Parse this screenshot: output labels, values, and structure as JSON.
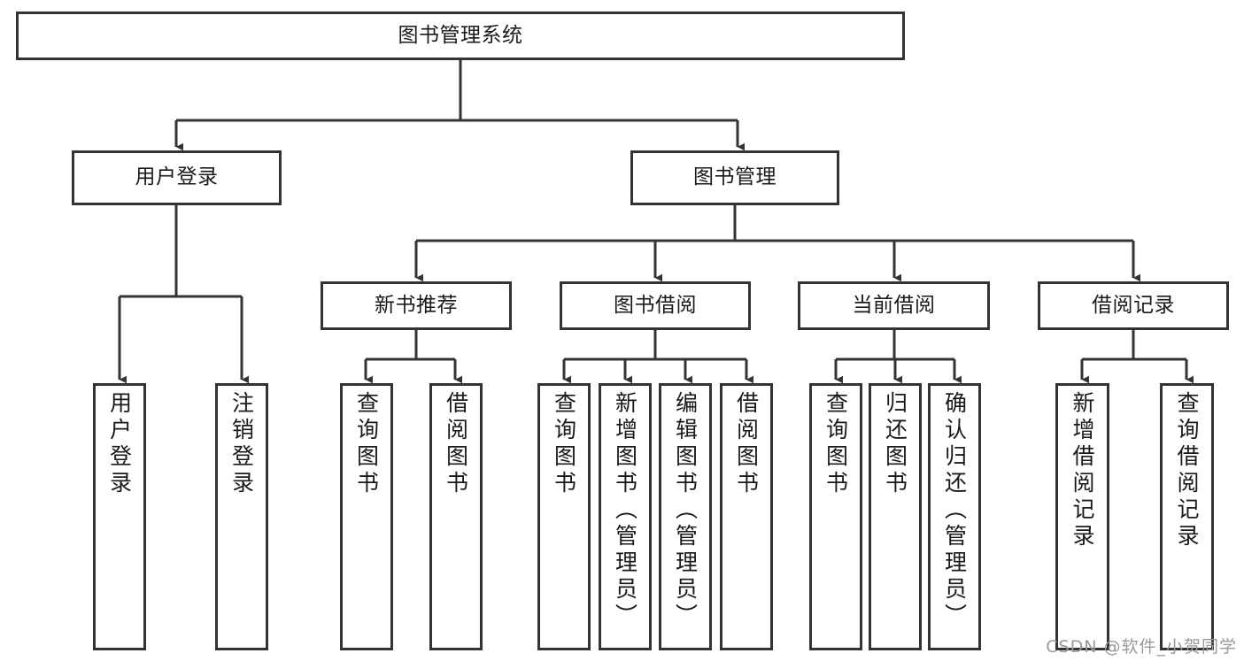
{
  "diagram": {
    "title": "图书管理系统",
    "type": "tree",
    "orientation": "top-down",
    "colors": {
      "background": "#ffffff",
      "node_fill": "#ffffff",
      "node_border": "#333333",
      "edge": "#333333",
      "text": "#1a1a1a",
      "watermark": "#9a9a9a"
    },
    "nodes": {
      "root": {
        "label": "图书管理系统",
        "level": 1
      },
      "l2": [
        {
          "id": "user_login",
          "label": "用户登录",
          "level": 2
        },
        {
          "id": "book_manage",
          "label": "图书管理",
          "level": 2
        }
      ],
      "l3": [
        {
          "id": "new_book_rec",
          "label": "新书推荐",
          "level": 3,
          "parent": "book_manage"
        },
        {
          "id": "book_borrow",
          "label": "图书借阅",
          "level": 3,
          "parent": "book_manage"
        },
        {
          "id": "current_borrow",
          "label": "当前借阅",
          "level": 3,
          "parent": "book_manage"
        },
        {
          "id": "borrow_record",
          "label": "借阅记录",
          "level": 3,
          "parent": "book_manage"
        }
      ],
      "leaves": [
        {
          "id": "leaf_user_login",
          "label": "用户登录",
          "parent": "user_login"
        },
        {
          "id": "leaf_logout",
          "label": "注销登录",
          "parent": "user_login"
        },
        {
          "id": "leaf_query_book_1",
          "label": "查询图书",
          "parent": "new_book_rec"
        },
        {
          "id": "leaf_borrow_book_1",
          "label": "借阅图书",
          "parent": "new_book_rec"
        },
        {
          "id": "leaf_query_book_2",
          "label": "查询图书",
          "parent": "book_borrow"
        },
        {
          "id": "leaf_add_book",
          "label": "新增图书（管理员）",
          "parent": "book_borrow"
        },
        {
          "id": "leaf_edit_book",
          "label": "编辑图书（管理员）",
          "parent": "book_borrow"
        },
        {
          "id": "leaf_borrow_book_2",
          "label": "借阅图书",
          "parent": "book_borrow"
        },
        {
          "id": "leaf_query_book_3",
          "label": "查询图书",
          "parent": "current_borrow"
        },
        {
          "id": "leaf_return_book",
          "label": "归还图书",
          "parent": "current_borrow"
        },
        {
          "id": "leaf_confirm_return",
          "label": "确认归还（管理员）",
          "parent": "current_borrow"
        },
        {
          "id": "leaf_add_record",
          "label": "新增借阅记录",
          "parent": "borrow_record"
        },
        {
          "id": "leaf_query_record",
          "label": "查询借阅记录",
          "parent": "borrow_record"
        }
      ]
    }
  },
  "watermark": {
    "text": "CSDN @软件_小贺同学"
  }
}
